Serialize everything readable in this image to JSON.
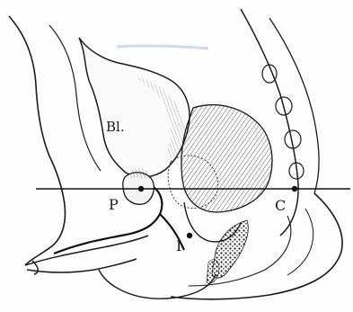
{
  "figure": {
    "labels": {
      "bladder": "Bl.",
      "point_p": "P",
      "point_c": "C",
      "point_i": "I"
    }
  },
  "colors": {
    "ink": "#1a1a1a",
    "paper": "#fdfdfd",
    "smudge": "#b7bfe6"
  }
}
